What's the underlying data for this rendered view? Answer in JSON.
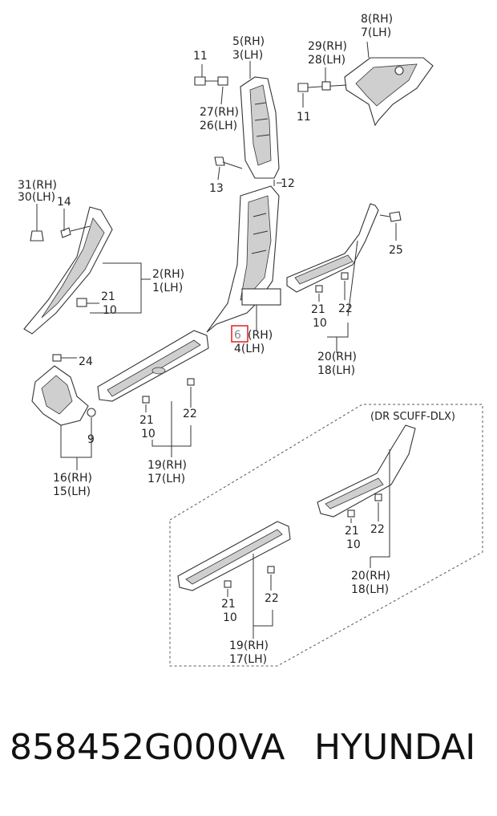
{
  "callouts": {
    "c8": "8",
    "c7": "7",
    "c5": "5",
    "c3": "3",
    "c29": "29",
    "c28": "28",
    "c11a": "11",
    "c11b": "11",
    "c27": "27",
    "c26": "26",
    "c12": "12",
    "c13": "13",
    "c31": "31",
    "c30": "30",
    "c14": "14",
    "c25": "25",
    "c2": "2",
    "c1": "1",
    "c21a": "21",
    "c10a": "10",
    "c21b": "21",
    "c10b": "10",
    "c22b": "22",
    "c6": "6",
    "c4": "4",
    "c20a": "20",
    "c18a": "18",
    "c24": "24",
    "c21c": "21",
    "c10c": "10",
    "c22c": "22",
    "c9": "9",
    "c16": "16",
    "c15": "15",
    "c19a": "19",
    "c17a": "17",
    "c21d": "21",
    "c10d": "10",
    "c22d": "22",
    "c20b": "20",
    "c18b": "18",
    "c21e": "21",
    "c10e": "10",
    "c22e": "22",
    "c19b": "19",
    "c17b": "17"
  },
  "sides": {
    "rh": "(RH)",
    "lh": "(LH)"
  },
  "option_box_label": "(DR SCUFF-DLX)",
  "highlighted_callout": "6",
  "footer": {
    "part_number": "858452G000VA",
    "brand": "HYUNDAI"
  },
  "colors": {
    "highlight": "#e02020",
    "line": "#333333"
  }
}
